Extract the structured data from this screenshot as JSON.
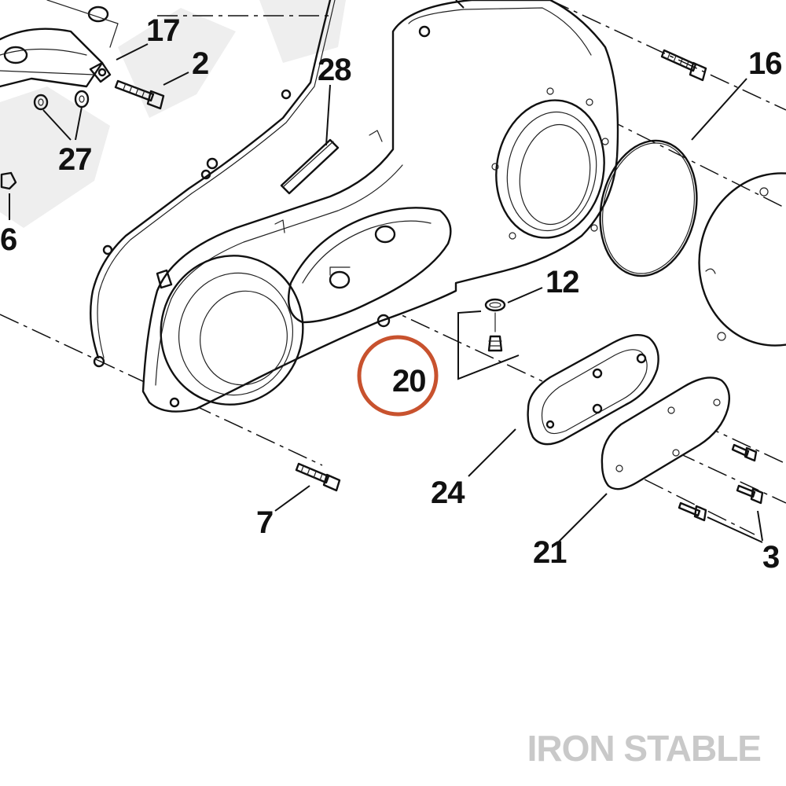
{
  "labels": {
    "p17": "17",
    "p2": "2",
    "p28": "28",
    "p16": "16",
    "p27": "27",
    "p6": "6",
    "p12": "12",
    "p20": "20",
    "p24": "24",
    "p7": "7",
    "p21": "21",
    "p3": "3"
  },
  "highlight": {
    "part": "20",
    "color": "#C8522E"
  },
  "watermark": {
    "text": "IRON STABLE",
    "color": "#C9C9C9"
  },
  "colors": {
    "line": "#111111",
    "background": "#FFFFFF",
    "ghost_watermark": "#EDEDED"
  }
}
